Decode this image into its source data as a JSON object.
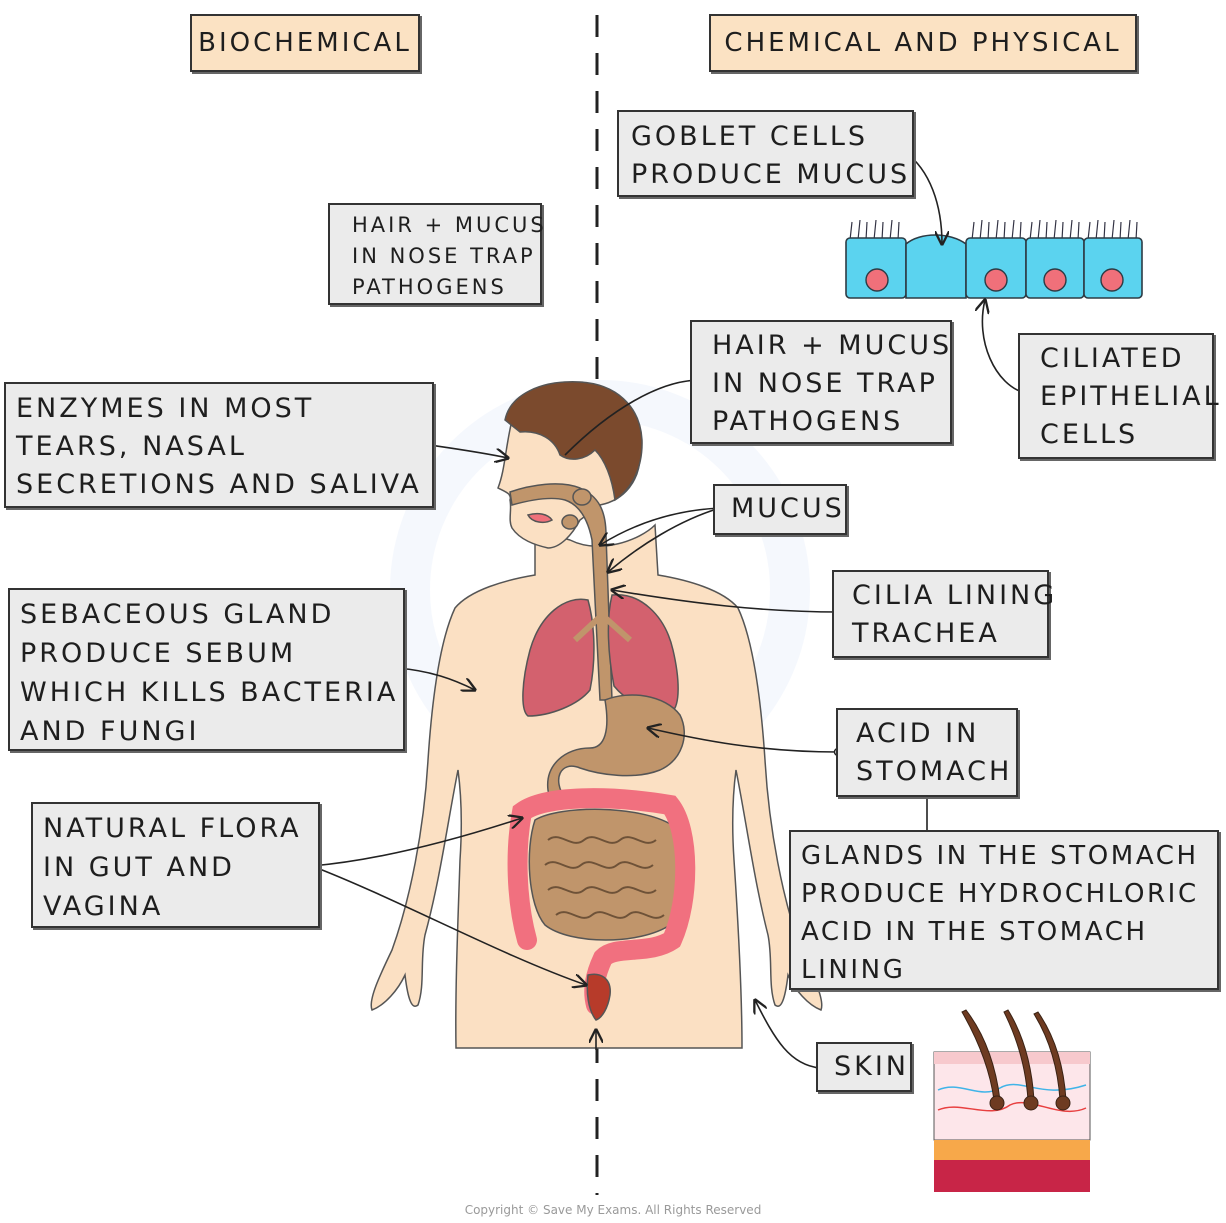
{
  "headings": {
    "left": "BIOCHEMICAL",
    "right": "CHEMICAL AND PHYSICAL"
  },
  "labels": {
    "goblet": [
      "GOBLET CELLS",
      "PRODUCE MUCUS"
    ],
    "hair_small": [
      "HAIR + MUCUS",
      "IN NOSE TRAP",
      "PATHOGENS"
    ],
    "hair_large": [
      "HAIR + MUCUS",
      "IN NOSE TRAP",
      "PATHOGENS"
    ],
    "ciliated": [
      "CILIATED",
      "EPITHELIAL",
      "CELLS"
    ],
    "enzymes": [
      "ENZYMES IN MOST",
      "TEARS, NASAL",
      "SECRETIONS AND SALIVA"
    ],
    "mucus": "MUCUS",
    "cilia": [
      "CILIA LINING",
      "TRACHEA"
    ],
    "sebaceous": [
      "SEBACEOUS GLAND",
      "PRODUCE SEBUM",
      "WHICH KILLS BACTERIA",
      "AND FUNGI"
    ],
    "acid": [
      "ACID IN",
      "STOMACH"
    ],
    "flora": [
      "NATURAL FLORA",
      "IN GUT AND",
      "VAGINA"
    ],
    "glands": [
      "GLANDS IN THE STOMACH",
      "PRODUCE HYDROCHLORIC",
      "ACID IN THE STOMACH",
      "LINING"
    ],
    "skin": "SKIN"
  },
  "copyright": "Copyright © Save My Exams. All Rights Reserved",
  "colors": {
    "skin": "#fbe0c3",
    "hair": "#7b4a2d",
    "lung": "#d3616e",
    "gut": "#c0956b",
    "colon": "#f1707f",
    "cells": "#5bd3ef",
    "nucleus": "#f0707a",
    "box_fill": "#ebebeb",
    "heading_fill": "#fbe2c3"
  }
}
